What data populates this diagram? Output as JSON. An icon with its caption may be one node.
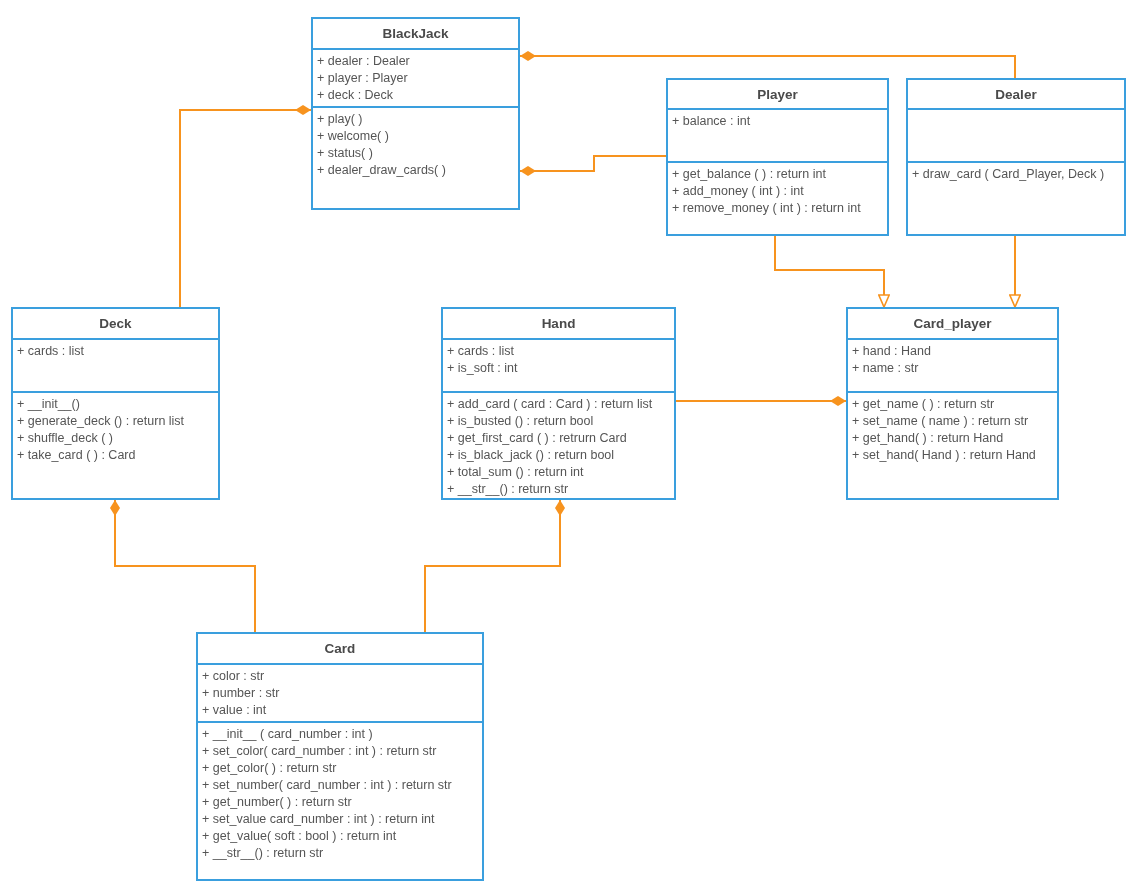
{
  "diagram": {
    "nodes": [
      {
        "text": [
          "BlackJack"
        ]
      },
      {
        "text": [
          "+ dealer : Dealer",
          "+ player : Player",
          "+ deck : Deck"
        ],
        "in": 0
      },
      {
        "text": [
          "+ play( )",
          "+ welcome( )",
          "+ status( )",
          "+ dealer_draw_cards( )"
        ],
        "in": 0
      },
      {
        "text": [
          "Player"
        ]
      },
      {
        "text": [
          "+ balance : int"
        ],
        "in": 3
      },
      {
        "text": [
          "+ get_balance (  ) : return int",
          "+ add_money ( int ) : int",
          "+ remove_money ( int ) : return int"
        ],
        "in": 3
      },
      {
        "text": [
          "Dealer"
        ]
      },
      {
        "text": [],
        "shape": "box",
        "in": 6
      },
      {
        "text": [
          "+ draw_card ( Card_Player, Deck )"
        ],
        "in": 6
      },
      {
        "text": [
          "Deck"
        ]
      },
      {
        "text": [
          "+ cards : list"
        ],
        "in": 9
      },
      {
        "text": [
          "+ __init__()",
          "+ generate_deck () : return list",
          "+ shuffle_deck ( )",
          "+ take_card (  ) : Card"
        ],
        "in": 9
      },
      {
        "text": [
          "Hand"
        ]
      },
      {
        "text": [
          "+ cards : list",
          "+ is_soft : int"
        ],
        "in": 12
      },
      {
        "text": [
          "+ add_card ( card : Card ) : return list",
          "+ is_busted () : return bool",
          "+ get_first_card (  ) : retrurn Card",
          "+ is_black_jack () : return bool",
          "+ total_sum () : return int",
          "+ __str__() : return str"
        ],
        "in": 12
      },
      {
        "text": [
          "Card_player"
        ]
      },
      {
        "text": [
          "+ hand : Hand",
          "+ name : str"
        ],
        "in": 15
      },
      {
        "text": [
          "+ get_name (  ) : return str",
          "+ set_name ( name ) : return str",
          "+ get_hand( ) : return Hand",
          "+ set_hand( Hand ) : return Hand"
        ],
        "in": 15
      },
      {
        "text": [
          "Card"
        ]
      },
      {
        "text": [
          "+ color : str",
          "+ number : str",
          "+ value : int"
        ],
        "in": 18
      },
      {
        "text": [
          "+ __init__ ( card_number : int )",
          "+ set_color( card_number : int ) : return str",
          "+ get_color( ) : return str",
          "+ set_number( card_number : int ) : return str",
          "+ get_number( ) : return str",
          "+ set_value card_number : int ) : return int",
          "+ get_value( soft : bool ) : return int",
          "+ __str__() : return str"
        ],
        "in": 18
      }
    ],
    "edges": [
      {
        "from": 6,
        "to": 0,
        "arrow": "other"
      },
      {
        "from": 3,
        "to": 0,
        "arrow": "other"
      },
      {
        "from": 9,
        "to": 0,
        "arrow": "other"
      },
      {
        "from": 3,
        "to": 15,
        "arrow": "to"
      },
      {
        "from": 6,
        "to": 15,
        "arrow": "to"
      },
      {
        "from": 12,
        "to": 15,
        "arrow": "other"
      },
      {
        "from": 18,
        "to": 9,
        "arrow": "other"
      },
      {
        "from": 18,
        "to": 12,
        "arrow": "other"
      }
    ]
  }
}
